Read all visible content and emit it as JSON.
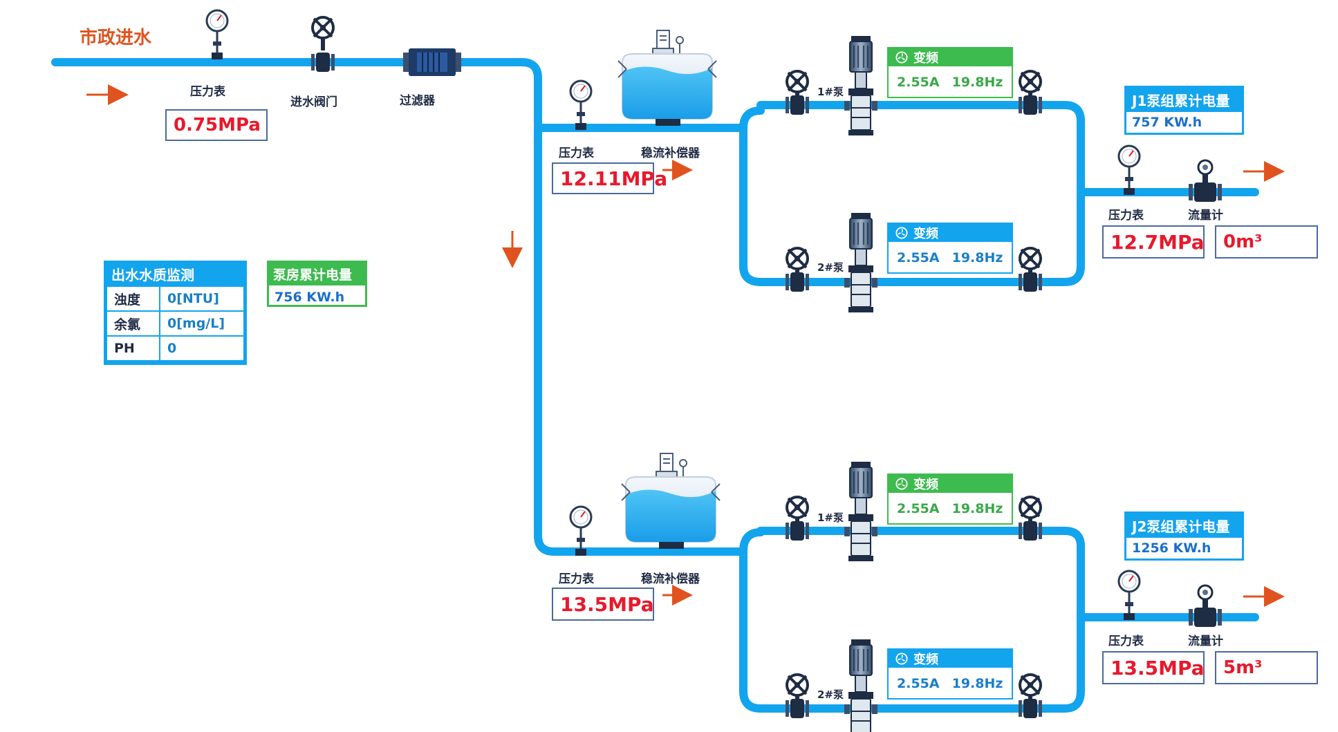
{
  "title": "市政进水",
  "inlet": {
    "gauge_label": "压力表",
    "gauge_value": "0.75MPa",
    "valve_label": "进水阀门",
    "filter_label": "过滤器"
  },
  "water_quality": {
    "title": "出水水质监测",
    "rows": [
      {
        "key": "浊度",
        "value": "0[NTU]"
      },
      {
        "key": "余氯",
        "value": "0[mg/L]"
      },
      {
        "key": "PH",
        "value": "0"
      }
    ]
  },
  "pump_room_energy": {
    "title": "泵房累计电量",
    "value": "756 KW.h"
  },
  "groups": [
    {
      "gauge_label": "压力表",
      "gauge_value": "12.11MPa",
      "tank_label": "稳流补偿器",
      "pumps": [
        {
          "name": "1#泵",
          "mode": "变频",
          "current": "2.55A",
          "freq": "19.8Hz",
          "status": "green"
        },
        {
          "name": "2#泵",
          "mode": "变频",
          "current": "2.55A",
          "freq": "19.8Hz",
          "status": "blue"
        }
      ],
      "energy_title": "J1泵组累计电量",
      "energy_value": "757 KW.h",
      "out_gauge_label": "压力表",
      "out_gauge_value": "12.7MPa",
      "flow_label": "流量计",
      "flow_value": "0m³"
    },
    {
      "gauge_label": "压力表",
      "gauge_value": "13.5MPa",
      "tank_label": "稳流补偿器",
      "pumps": [
        {
          "name": "1#泵",
          "mode": "变频",
          "current": "2.55A",
          "freq": "19.8Hz",
          "status": "green"
        },
        {
          "name": "2#泵",
          "mode": "变频",
          "current": "2.55A",
          "freq": "19.8Hz",
          "status": "blue"
        }
      ],
      "energy_title": "J2泵组累计电量",
      "energy_value": "1256 KW.h",
      "out_gauge_label": "压力表",
      "out_gauge_value": "13.5MPa",
      "flow_label": "流量计",
      "flow_value": "5m³"
    }
  ],
  "colors": {
    "pipe": "#13a4ee",
    "arrow": "#e0531f",
    "pressure_text": "#e8192c",
    "running": "#3dbb4e",
    "standby": "#13a4ee"
  },
  "icons": [
    "pressure-gauge-icon",
    "gate-valve-icon",
    "filter-icon",
    "buffer-tank-icon",
    "vertical-pump-icon",
    "flow-meter-icon",
    "flow-arrow-icon",
    "fan-icon"
  ]
}
